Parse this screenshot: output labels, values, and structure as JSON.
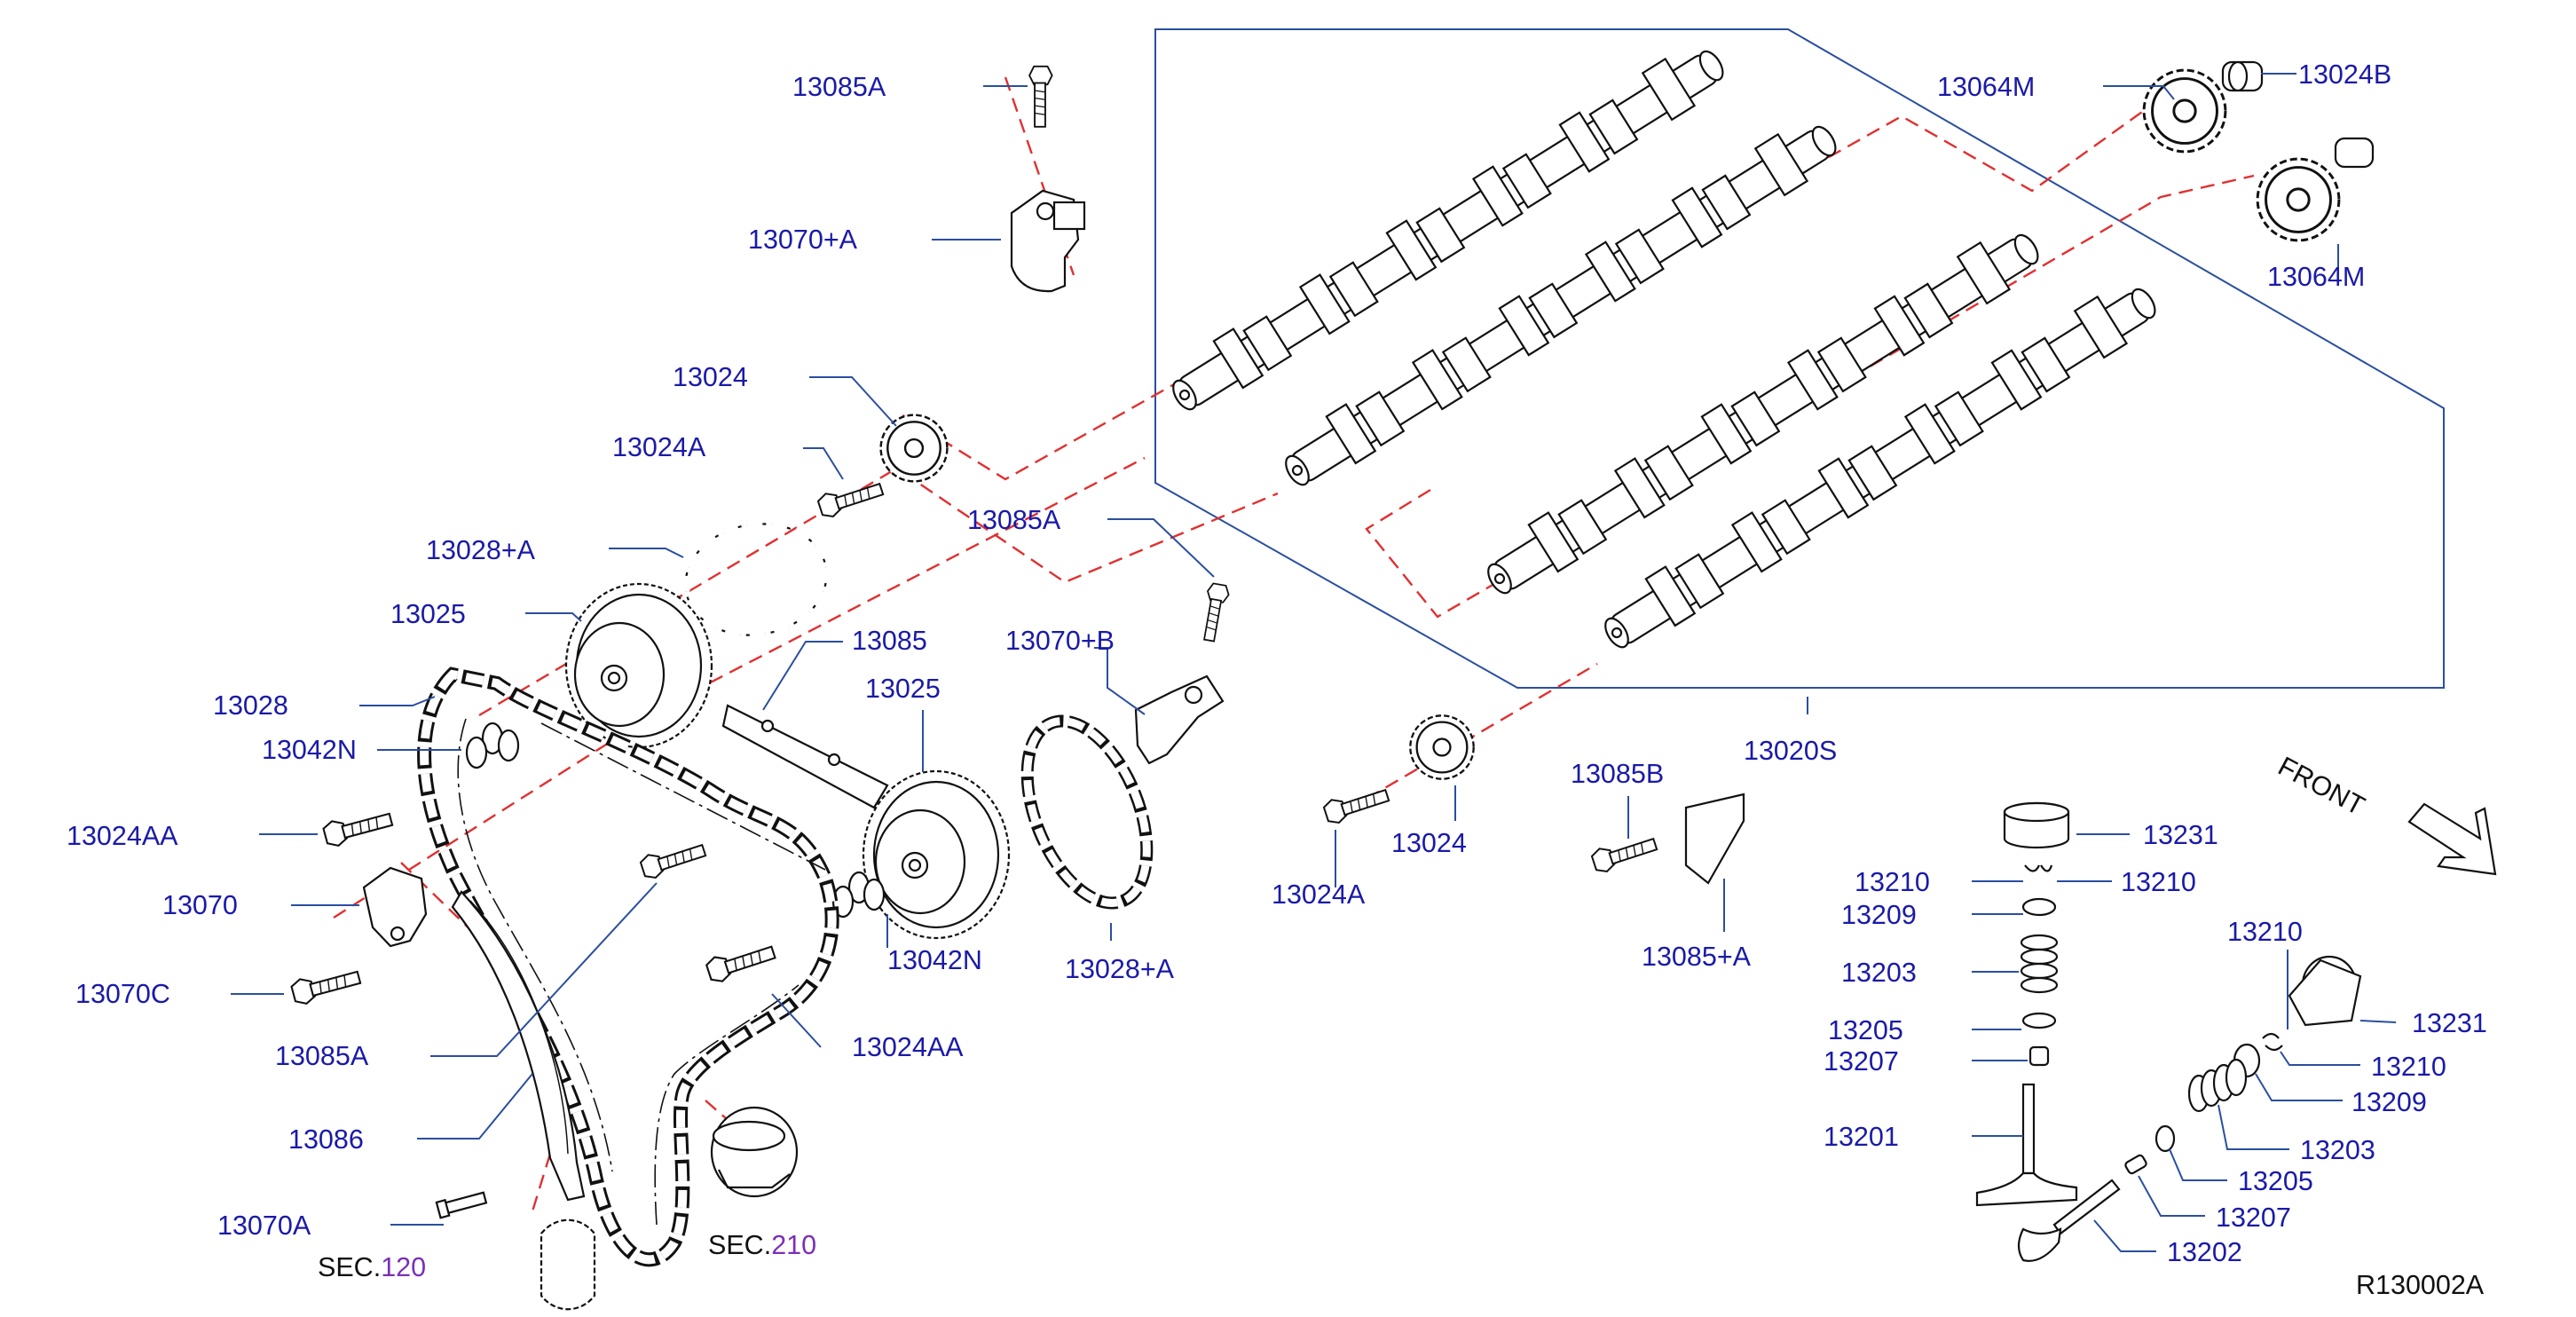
{
  "labels": {
    "p13085A_top": "13085A",
    "p13070pA": "13070+A",
    "p13064M_top": "13064M",
    "p13024B": "13024B",
    "p13064M_right": "13064M",
    "p13024_top": "13024",
    "p13024A_left": "13024A",
    "p13085A_mid": "13085A",
    "p13028pA_top": "13028+A",
    "p13025_left": "13025",
    "p13085": "13085",
    "p13070pB": "13070+B",
    "p13025_mid": "13025",
    "p13028": "13028",
    "p13042N_left": "13042N",
    "p13024AA_left": "13024AA",
    "p13070": "13070",
    "p13070C": "13070C",
    "p13085A_low": "13085A",
    "p13086": "13086",
    "p13070A": "13070A",
    "p13042N_mid": "13042N",
    "p13028pA_mid": "13028+A",
    "p13024AA_mid": "13024AA",
    "p13024A_mid": "13024A",
    "p13024_mid": "13024",
    "p13085B": "13085B",
    "p13085pA": "13085+A",
    "p13020S": "13020S",
    "p13231_a": "13231",
    "p13210_a": "13210",
    "p13210_b": "13210",
    "p13209_a": "13209",
    "p13203_a": "13203",
    "p13205_a": "13205",
    "p13207_a": "13207",
    "p13201": "13201",
    "p13210_c": "13210",
    "p13231_b": "13231",
    "p13210_d": "13210",
    "p13209_b": "13209",
    "p13203_b": "13203",
    "p13205_b": "13205",
    "p13207_b": "13207",
    "p13202": "13202"
  },
  "sections": {
    "sec120_prefix": "SEC.",
    "sec120_num": "120",
    "sec210_prefix": "SEC.",
    "sec210_num": "210"
  },
  "front_label": "FRONT",
  "drawing_code": "R130002A",
  "colors": {
    "label_blue": "#1a1aa8",
    "section_purple": "#7a2fb8",
    "leader_blue": "#2a4ea0",
    "centerline_red": "#e03030"
  }
}
